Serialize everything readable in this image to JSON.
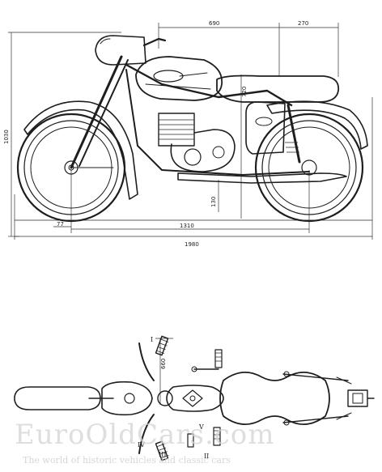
{
  "side_view": {
    "dim_top_left": "690",
    "dim_top_right": "270",
    "dim_overall_height": "1030",
    "dim_seat_height": "720",
    "dim_ground_clearance": "130",
    "dim_trail": "77",
    "dim_wheelbase": "1310",
    "dim_overall_length": "1980"
  },
  "top_view": {
    "dim_handlebar_width": "660",
    "callouts": [
      "I",
      "II",
      "III",
      "IV",
      "V"
    ]
  },
  "watermark": {
    "brand": "EuroOldCars.com",
    "tagline": "The world of historic vehicles and classic cars"
  }
}
